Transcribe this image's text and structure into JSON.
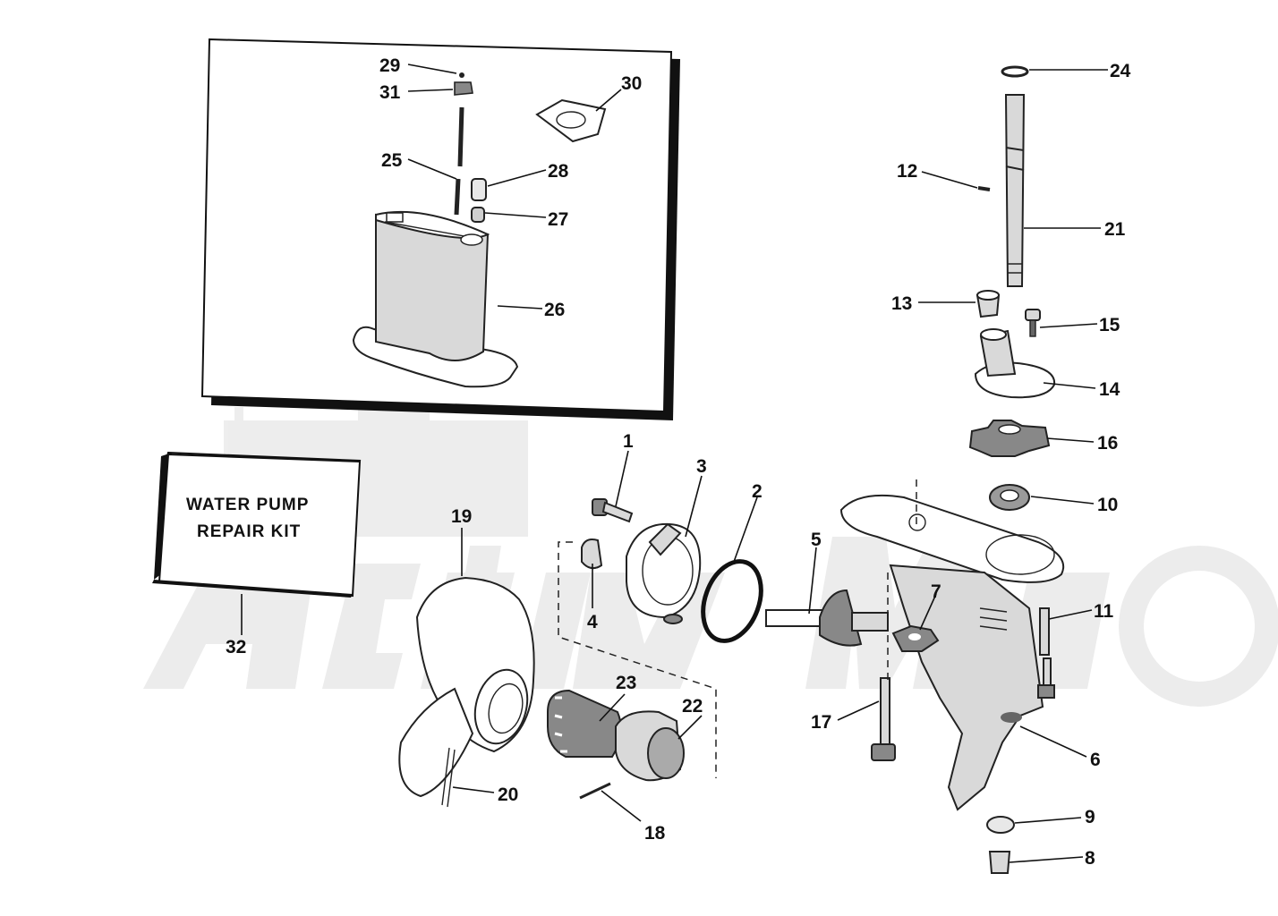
{
  "kit_box": {
    "line1": "WATER PUMP",
    "line2": "REPAIR KIT"
  },
  "labels": {
    "n1": "1",
    "n2": "2",
    "n3": "3",
    "n4": "4",
    "n5": "5",
    "n6": "6",
    "n7": "7",
    "n8": "8",
    "n9": "9",
    "n10": "10",
    "n11": "11",
    "n12": "12",
    "n13": "13",
    "n14": "14",
    "n15": "15",
    "n16": "16",
    "n17": "17",
    "n18": "18",
    "n19": "19",
    "n20": "20",
    "n21": "21",
    "n22": "22",
    "n23": "23",
    "n24": "24",
    "n25": "25",
    "n26": "26",
    "n27": "27",
    "n28": "28",
    "n29": "29",
    "n30": "30",
    "n31": "31",
    "n32": "32"
  },
  "watermark": {
    "text": "ActiveMoto"
  }
}
